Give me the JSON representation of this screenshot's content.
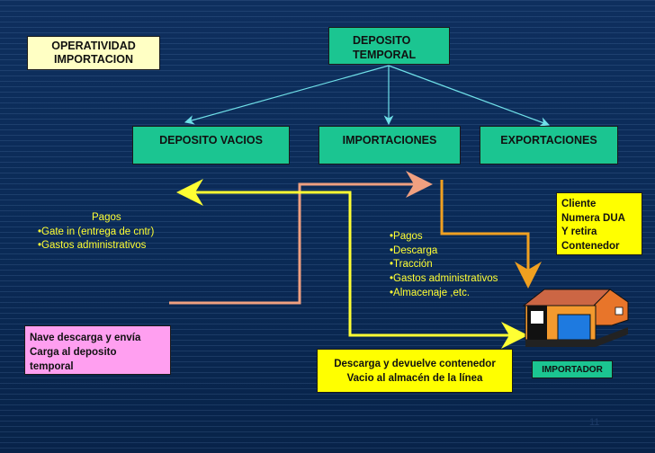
{
  "title_box": [
    "OPERATIVIDAD",
    "IMPORTACION"
  ],
  "root_box": [
    "DEPOSITO",
    "TEMPORAL"
  ],
  "branches": {
    "left": "DEPOSITO VACIOS",
    "middle": "IMPORTACIONES",
    "right": "EXPORTACIONES"
  },
  "left_list": {
    "heading": "Pagos",
    "items": [
      "•Gate in (entrega de cntr)",
      "•Gastos administrativos"
    ]
  },
  "middle_list": {
    "items": [
      "•Pagos",
      "•Descarga",
      "•Tracción",
      "•Gastos administrativos",
      "•Almacenaje ,etc."
    ]
  },
  "client_box": [
    "Cliente",
    "Numera DUA",
    "Y retira",
    "Contenedor"
  ],
  "ship_box": [
    "Nave descarga y envía",
    "Carga al deposito",
    "temporal"
  ],
  "return_box": [
    "Descarga y devuelve contenedor",
    "Vacio al almacén de la línea"
  ],
  "importer_label": "IMPORTADOR",
  "page_number": "11",
  "colors": {
    "background": "#0b2a57",
    "light_yellow": "#ffffc4",
    "green": "#1bc591",
    "pink": "#ff9ff0",
    "yellow": "#ffff00",
    "cyan_line": "#6fe0e8",
    "orange_line": "#f0a020",
    "salmon_line": "#f0a080",
    "yellow_line": "#ffff33"
  }
}
